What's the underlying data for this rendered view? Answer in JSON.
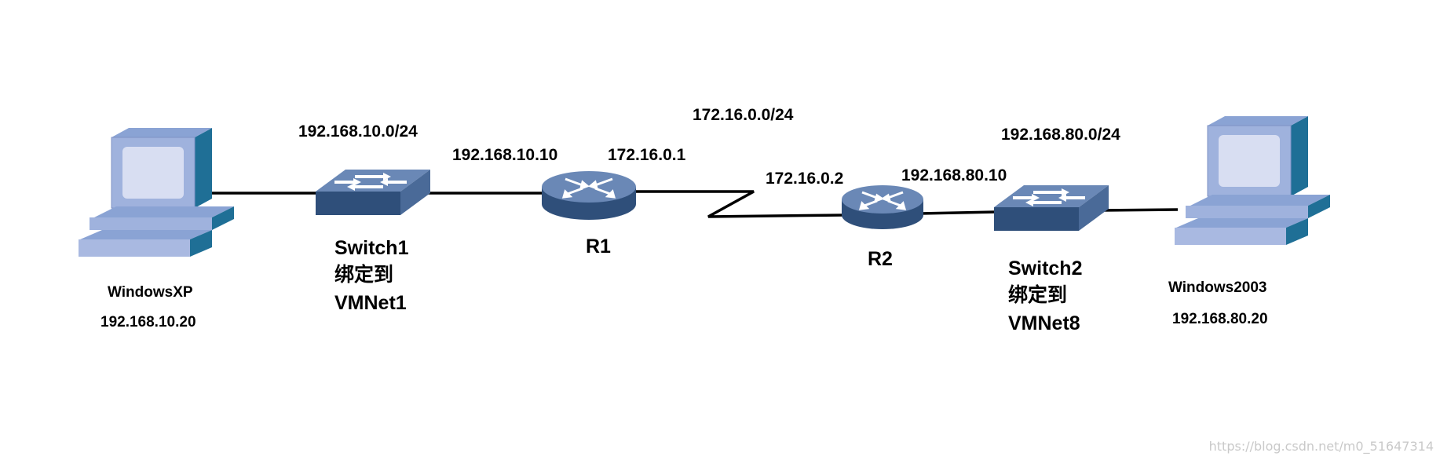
{
  "hosts": {
    "left": {
      "name": "WindowsXP",
      "ip": "192.168.10.20"
    },
    "right": {
      "name": "Windows2003",
      "ip": "192.168.80.20"
    }
  },
  "switches": {
    "sw1": {
      "name": "Switch1",
      "bind": "绑定到",
      "vmnet": "VMNet1"
    },
    "sw2": {
      "name": "Switch2",
      "bind": "绑定到",
      "vmnet": "VMNet8"
    }
  },
  "routers": {
    "r1": {
      "name": "R1"
    },
    "r2": {
      "name": "R2"
    }
  },
  "networks": {
    "lan1": "192.168.10.0/24",
    "wan": "172.16.0.0/24",
    "lan2": "192.168.80.0/24"
  },
  "interfaces": {
    "r1_lan": "192.168.10.10",
    "r1_wan": "172.16.0.1",
    "r2_wan": "172.16.0.2",
    "r2_lan": "192.168.80.10"
  },
  "watermark": "https://blog.csdn.net/m0_51647314",
  "colors": {
    "device_dark": "#2f4f7a",
    "device_top": "#6a88b6",
    "monitor_frame": "#9fb2dd",
    "monitor_screen": "#d8def2",
    "monitor_side": "#1f6f96",
    "link": "#000000"
  }
}
